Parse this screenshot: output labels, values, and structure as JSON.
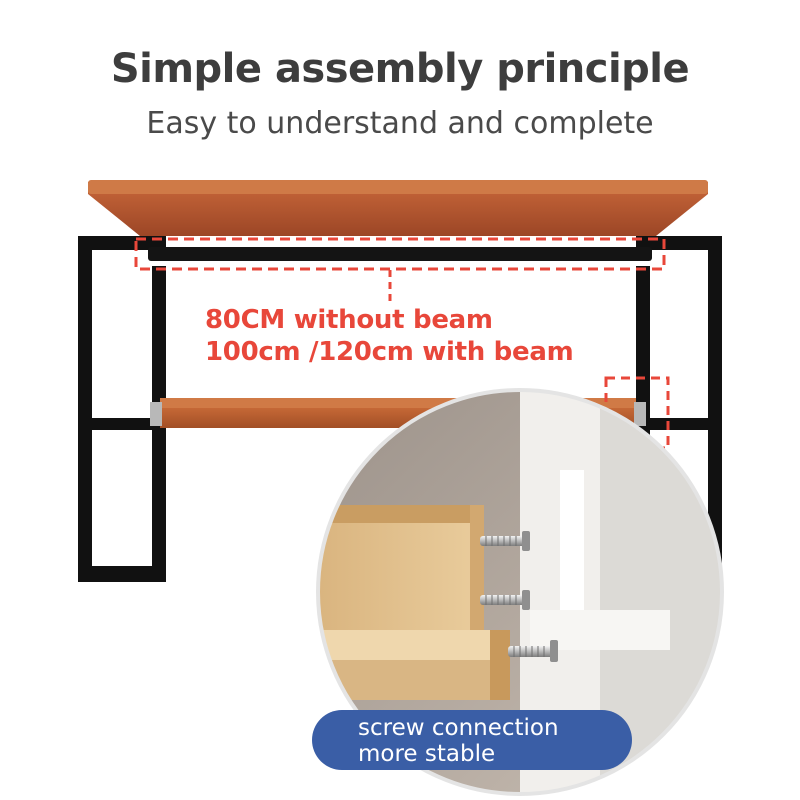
{
  "header": {
    "title": "Simple assembly principle",
    "subtitle": "Easy to understand and complete"
  },
  "annotation": {
    "line1": "80CM without beam",
    "line2": "100cm /120cm with beam"
  },
  "caption": {
    "line1": "screw connection",
    "line2": "more stable"
  },
  "colors": {
    "annotation_red": "#e8473a",
    "caption_blue": "#3a5ea6",
    "frame_black": "#111111",
    "wood_brown": "#b1532a"
  }
}
